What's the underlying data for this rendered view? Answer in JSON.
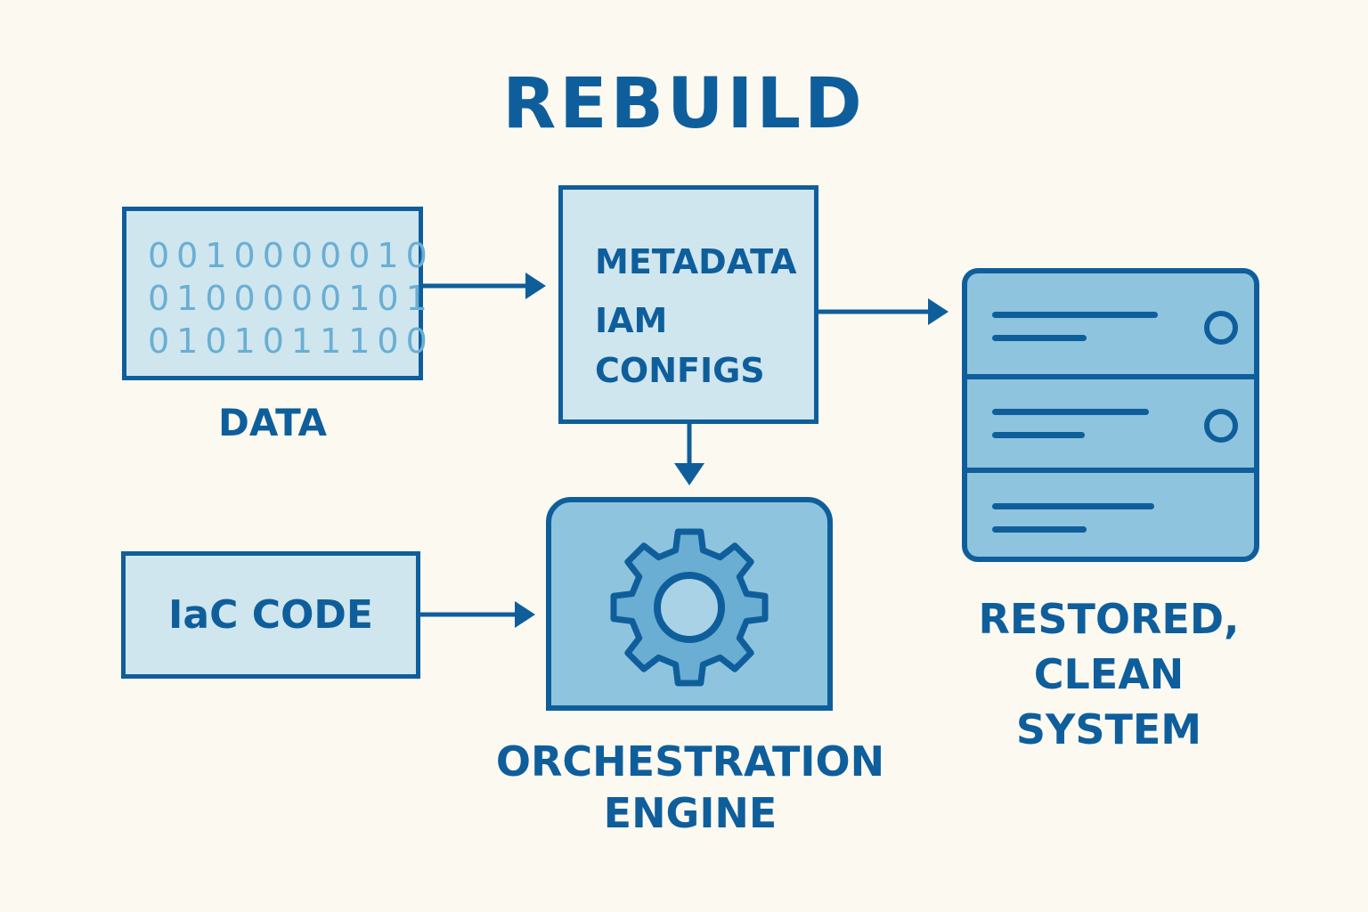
{
  "title": "REBUILD",
  "colors": {
    "background": "#fcf9f0",
    "primary": "#0f5e9c",
    "light_fill": "#cfe6ef",
    "mid_fill": "#8ec4de",
    "binary_text": "#6aaed3"
  },
  "nodes": {
    "data": {
      "label": "DATA",
      "binary_lines": [
        "0010000010",
        "0100000101",
        "0101011100"
      ]
    },
    "metadata": {
      "lines": [
        "METADATA",
        "IAM",
        "CONFIGS"
      ]
    },
    "iac": {
      "label": "IaC CODE"
    },
    "orchestration": {
      "label_lines": [
        "ORCHESTRATION",
        "ENGINE"
      ],
      "icon": "gear-icon"
    },
    "restored": {
      "label_lines": [
        "RESTORED,",
        "CLEAN",
        "SYSTEM"
      ],
      "icon": "server-rack-icon"
    }
  },
  "edges": [
    {
      "from": "data",
      "to": "metadata"
    },
    {
      "from": "metadata",
      "to": "restored"
    },
    {
      "from": "metadata",
      "to": "orchestration"
    },
    {
      "from": "iac",
      "to": "orchestration"
    }
  ]
}
